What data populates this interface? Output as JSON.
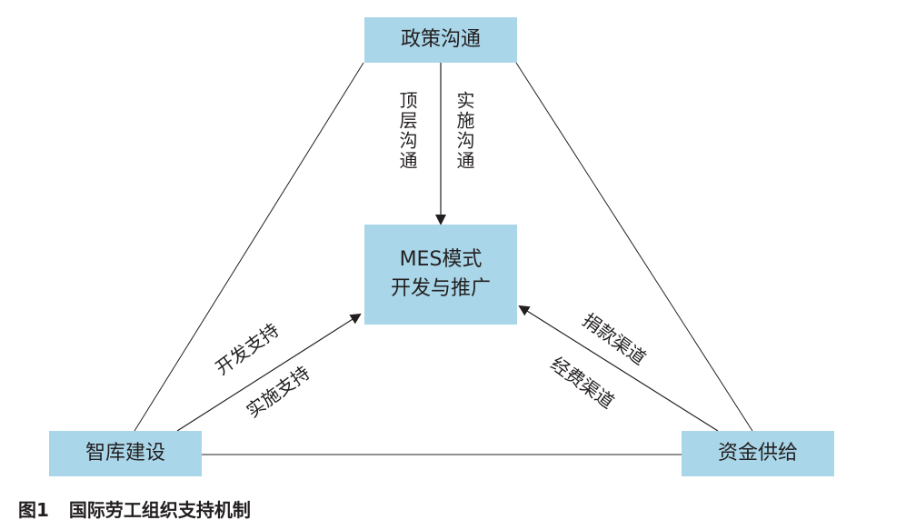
{
  "boxes": {
    "top": "政策沟通",
    "center_line1": "MES模式",
    "center_line2": "开发与推广",
    "left": "智库建设",
    "right": "资金供给"
  },
  "labels": {
    "top_level_communication": "顶层沟通",
    "implementation_communication": "实施沟通",
    "development_support": "开发支持",
    "implementation_support": "实施支持",
    "donation_channel": "捐款渠道",
    "funding_channel": "经费渠道"
  },
  "caption": {
    "figure_number": "图1",
    "title": "国际劳工组织支持机制"
  },
  "colors": {
    "box_fill": "#a9d6e8",
    "line": "#231f20",
    "text": "#231f20"
  }
}
